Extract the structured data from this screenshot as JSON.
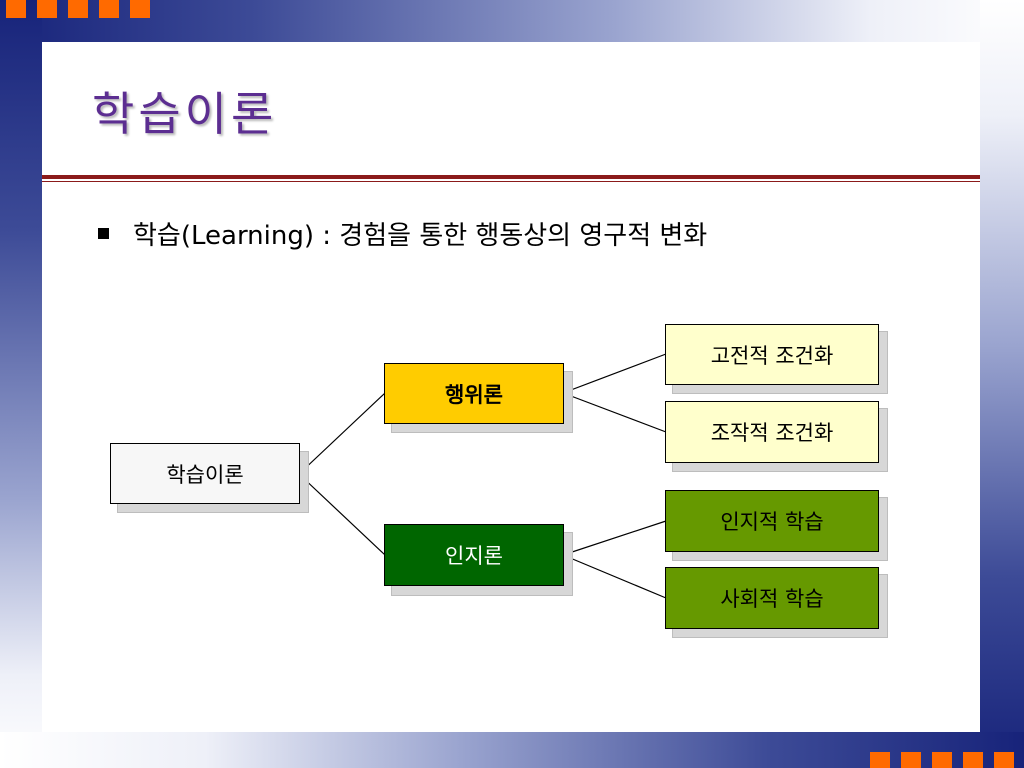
{
  "slide": {
    "title": "학습이론",
    "bullet": "학습(Learning) : 경험을 통한 행동상의 영구적 변화"
  },
  "diagram": {
    "root": "학습이론",
    "branches": [
      {
        "label": "행위론",
        "children": [
          "고전적 조건화",
          "조작적 조건화"
        ]
      },
      {
        "label": "인지론",
        "children": [
          "인지적 학습",
          "사회적 학습"
        ]
      }
    ]
  },
  "colors": {
    "title": "#5c2e91",
    "rule": "#8b1a1a",
    "accent_squares": "#ff6a00",
    "behavior_box": "#ffcc00",
    "cognitive_box": "#006600",
    "behavior_leaf": "#ffffcc",
    "cognitive_leaf": "#669900"
  }
}
